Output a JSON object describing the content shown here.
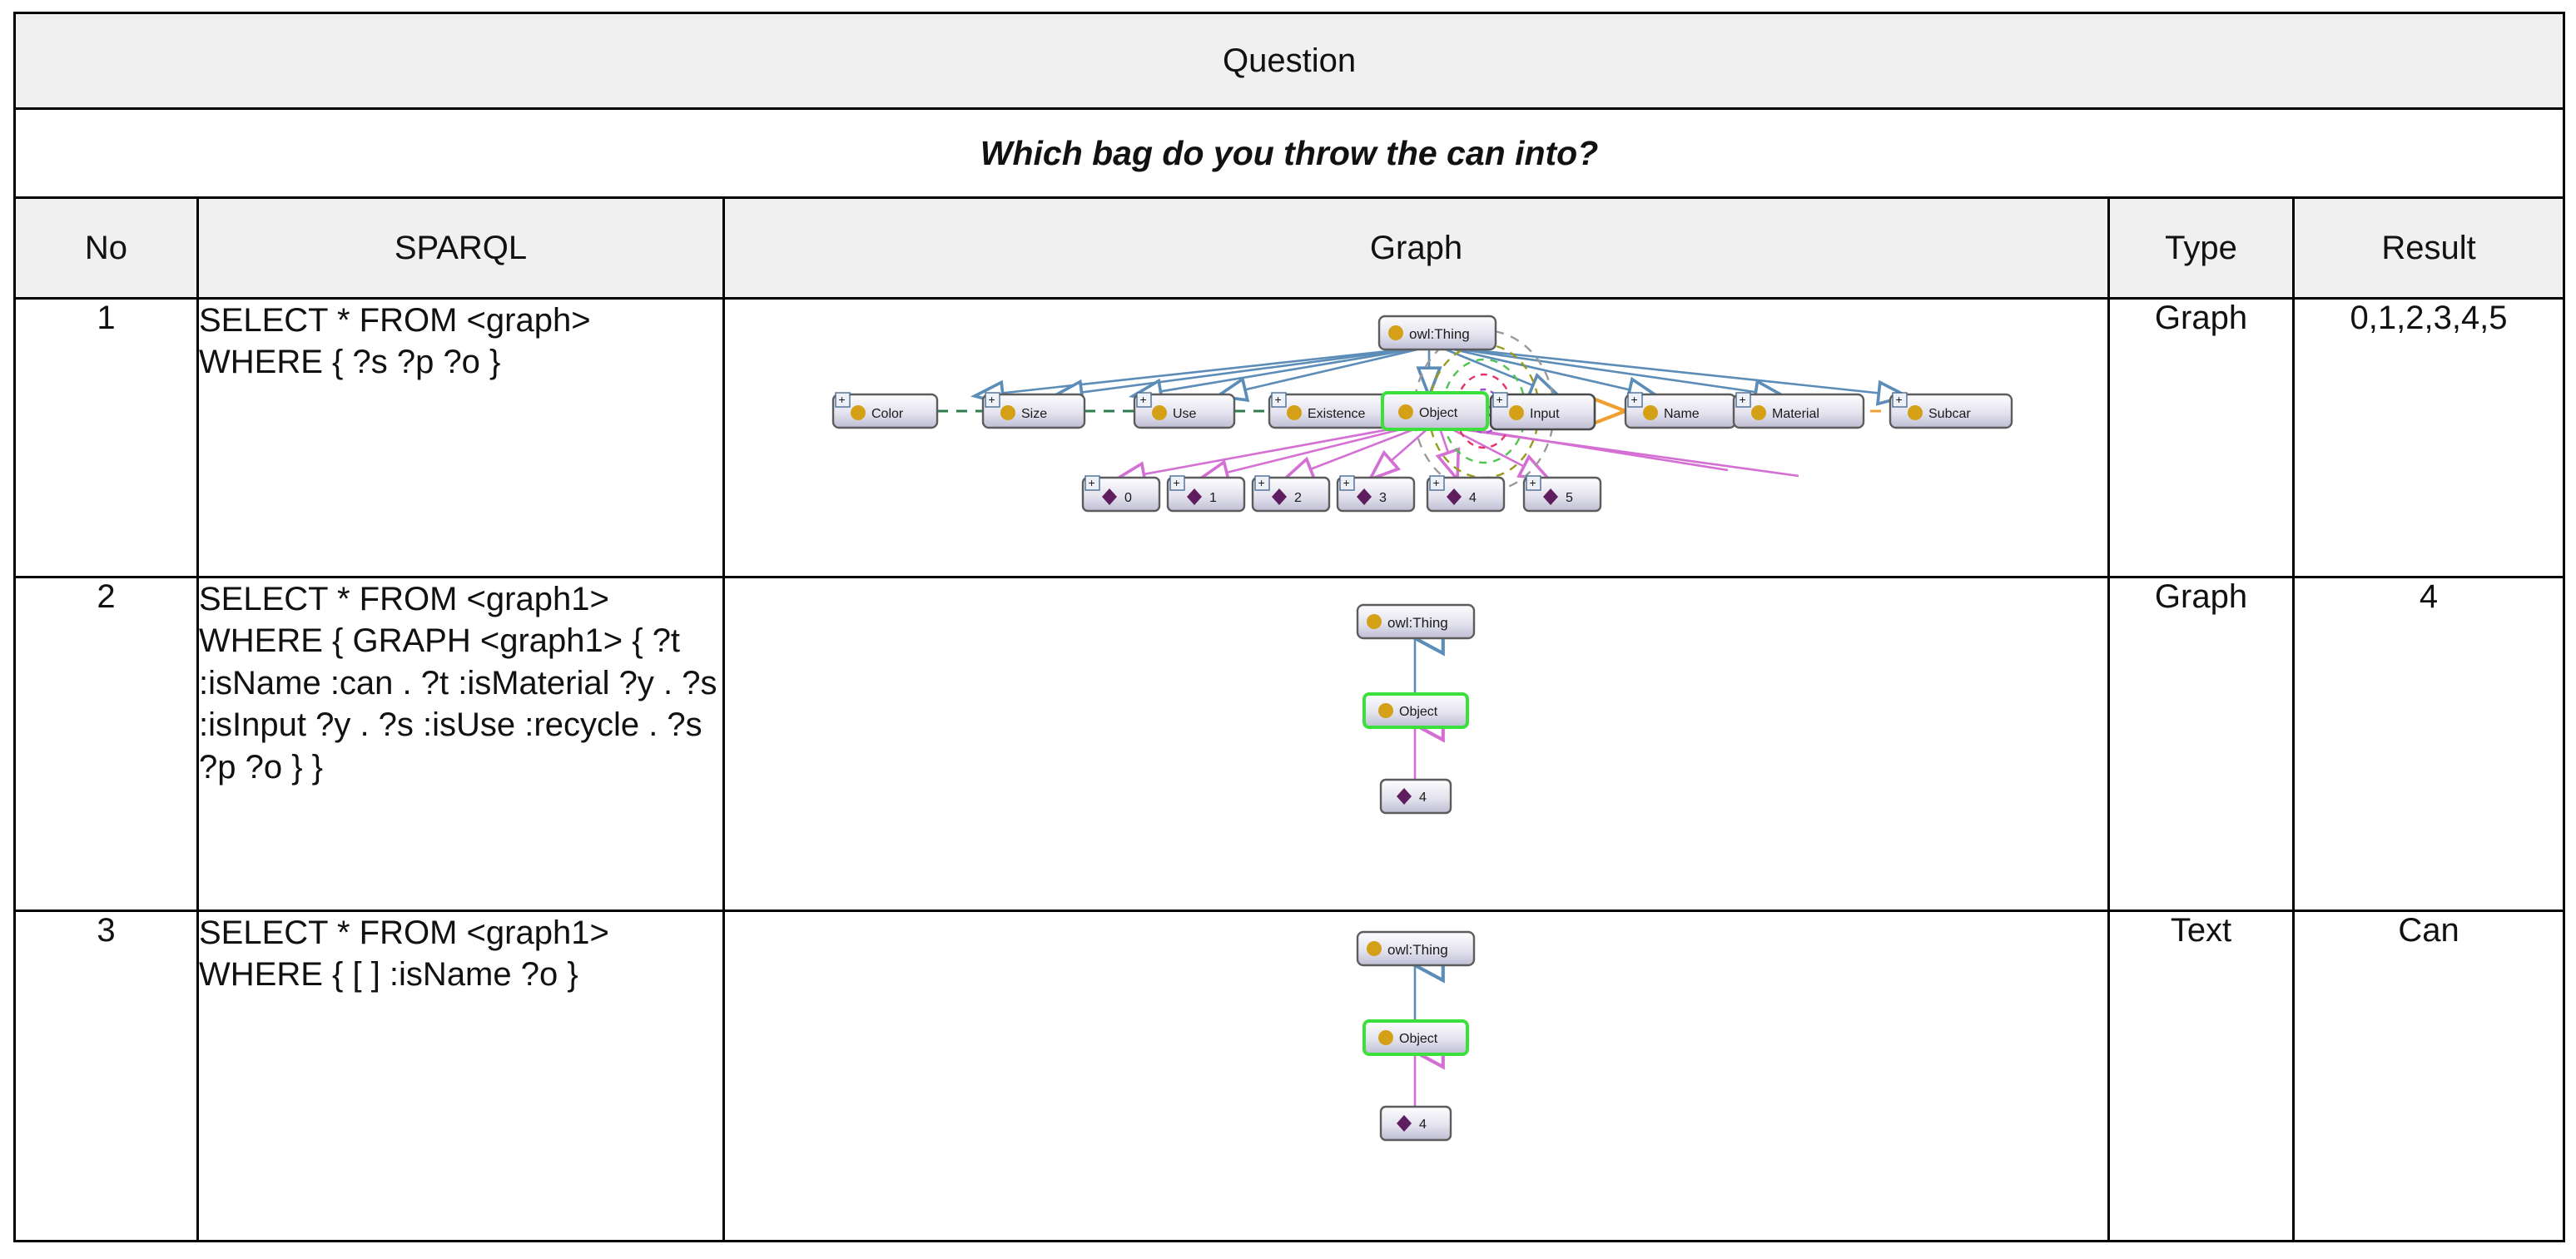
{
  "header": {
    "title": "Question",
    "question": "Which bag do you throw the can into?"
  },
  "columns": {
    "no": "No",
    "sparql": "SPARQL",
    "graph": "Graph",
    "type": "Type",
    "result": "Result"
  },
  "rows": [
    {
      "no": "1",
      "sparql": "SELECT * FROM <graph>\nWHERE { ?s ?p ?o }",
      "type": "Graph",
      "result": "0,1,2,3,4,5"
    },
    {
      "no": "2",
      "sparql": "SELECT * FROM <graph1> WHERE { GRAPH <graph1> { ?t :isName :can . ?t :isMaterial ?y . ?s :isInput ?y . ?s :isUse :recycle . ?s ?p ?o } }",
      "type": "Graph",
      "result": "4"
    },
    {
      "no": "3",
      "sparql": "SELECT * FROM <graph1>\nWHERE { [ ] :isName ?o }",
      "type": "Text",
      "result": "Can"
    }
  ],
  "colors": {
    "node_fill_top": "#fdfdfe",
    "node_fill_bottom": "#c3c2d6",
    "node_border": "#5c5c5c",
    "node_border_selected": "#3ce03c",
    "class_icon": "#d4a017",
    "individual_icon": "#5e1d5e",
    "edge_subclass": "#5b8db8",
    "edge_instance": "#d46fd4",
    "edge_green_dashed": "#2e7d4f",
    "edge_orange_dashed": "#f0a030",
    "loop_purple": "#9b4fd0",
    "loop_red": "#e8326a",
    "loop_green": "#4fc44f",
    "loop_olive": "#9a9a1e",
    "loop_gray": "#9a9a9a",
    "header_bg": "#f0f0f0",
    "border": "#000000"
  },
  "graphs": {
    "row1": {
      "type": "ontology-graph",
      "root": {
        "label": "owl:Thing",
        "icon": "class-circle-icon",
        "expandable": false,
        "selected": false
      },
      "classes": [
        {
          "label": "Color",
          "icon": "class-circle-icon",
          "expandable": true,
          "selected": false
        },
        {
          "label": "Size",
          "icon": "class-circle-icon",
          "expandable": true,
          "selected": false
        },
        {
          "label": "Use",
          "icon": "class-circle-icon",
          "expandable": true,
          "selected": false
        },
        {
          "label": "Existence",
          "icon": "class-circle-icon",
          "expandable": true,
          "selected": false
        },
        {
          "label": "Object",
          "icon": "class-circle-icon",
          "expandable": false,
          "selected": true
        },
        {
          "label": "Input",
          "icon": "class-circle-icon",
          "expandable": true,
          "selected": false
        },
        {
          "label": "Name",
          "icon": "class-circle-icon",
          "expandable": true,
          "selected": false
        },
        {
          "label": "Material",
          "icon": "class-circle-icon",
          "expandable": true,
          "selected": false
        },
        {
          "label": "Subcar",
          "icon": "class-circle-icon",
          "expandable": true,
          "selected": false
        }
      ],
      "individuals": [
        {
          "label": "0",
          "icon": "individual-diamond-icon",
          "expandable": true
        },
        {
          "label": "1",
          "icon": "individual-diamond-icon",
          "expandable": true
        },
        {
          "label": "2",
          "icon": "individual-diamond-icon",
          "expandable": true
        },
        {
          "label": "3",
          "icon": "individual-diamond-icon",
          "expandable": true
        },
        {
          "label": "4",
          "icon": "individual-diamond-icon",
          "expandable": true
        },
        {
          "label": "5",
          "icon": "individual-diamond-icon",
          "expandable": true
        }
      ]
    },
    "row2": {
      "type": "ontology-chain",
      "nodes": [
        {
          "label": "owl:Thing",
          "icon": "class-circle-icon",
          "selected": false
        },
        {
          "label": "Object",
          "icon": "class-circle-icon",
          "selected": true
        },
        {
          "label": "4",
          "icon": "individual-diamond-icon",
          "selected": false
        }
      ]
    },
    "row3": {
      "type": "ontology-chain",
      "nodes": [
        {
          "label": "owl:Thing",
          "icon": "class-circle-icon",
          "selected": false
        },
        {
          "label": "Object",
          "icon": "class-circle-icon",
          "selected": true
        },
        {
          "label": "4",
          "icon": "individual-diamond-icon",
          "selected": false
        }
      ]
    }
  }
}
